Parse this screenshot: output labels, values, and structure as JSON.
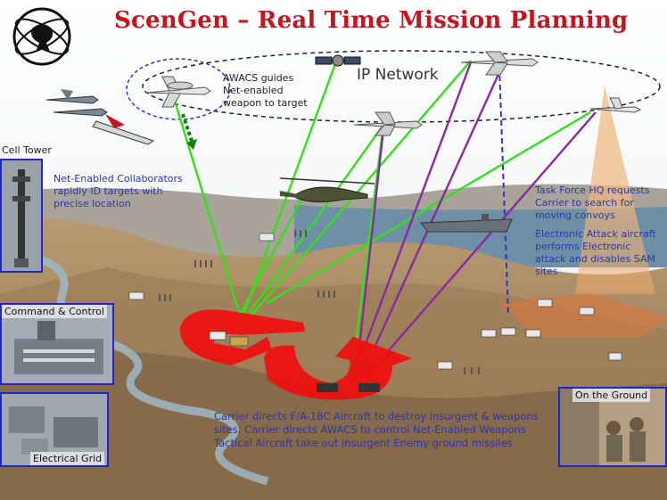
{
  "title": "ScenGen – Real Time Mission Planning",
  "network_label": "IP Network",
  "awacs_note": [
    "AWACS guides",
    "Net-enabled",
    "weapon to target"
  ],
  "insets": {
    "cell_tower": "Cell Tower",
    "command_control": "Command & Control",
    "electrical_grid": "Electrical Grid",
    "on_the_ground": "On the Ground"
  },
  "collaborators_note": [
    "Net-Enabled Collaborators",
    "rapidly ID targets with",
    "precise location"
  ],
  "taskforce_note": [
    "Task Force HQ requests",
    "Carrier to search for",
    "moving convoys"
  ],
  "electronic_note": [
    "Electronic Attack aircraft",
    "performs Electronic",
    "attack and disables SAM",
    "sites"
  ],
  "bottom_note": [
    "Carrier directs F/A-18C Aircraft to destroy insurgent & weapons",
    "sites.  Carrier directs AWACS to control Net-Enabled Weapons",
    "Tactical Aircraft take out insurgent Enemy ground missiles"
  ],
  "colors": {
    "title_red": "#c8141e",
    "link_green": "#33e01a",
    "link_purple": "#8a2aa0",
    "inset_border": "#1f27c8",
    "note_blue": "#2a37a8"
  },
  "icons": [
    "logo-emblem-icon",
    "satellite-icon",
    "awacs-aircraft-icon",
    "fighter-jet-icon",
    "helicopter-icon",
    "aircraft-carrier-icon",
    "tanker-aircraft-icon",
    "drone-icon",
    "convoy-vehicle-icon",
    "troops-icon",
    "red-arrow-icon"
  ]
}
